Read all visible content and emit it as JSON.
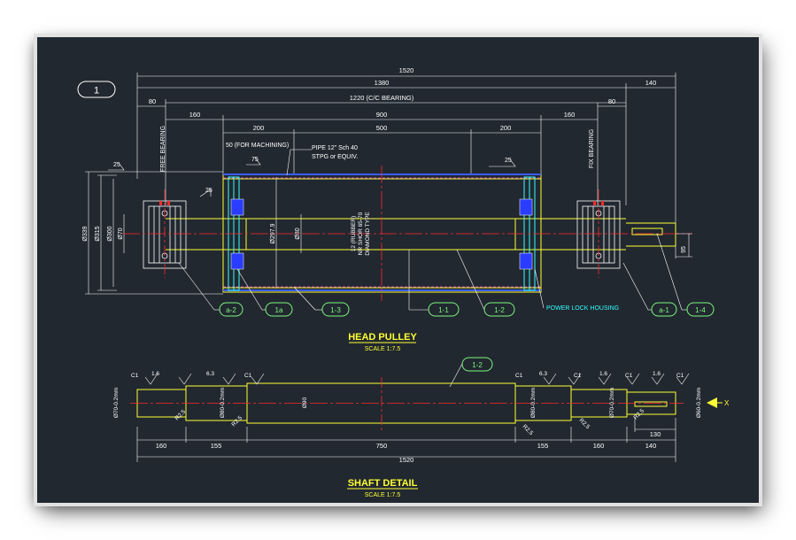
{
  "sheet": {
    "number": "1"
  },
  "head_pulley": {
    "title": "HEAD PULLEY",
    "scale": "SCALE 1:7.5",
    "dims": {
      "overall": "1520",
      "span_1380": "1380",
      "span_140": "140",
      "c_c_bearing": "1220 (C/C BEARING)",
      "left_80": "80",
      "right_80": "80",
      "left_160": "160",
      "mid_900": "900",
      "right_160": "160",
      "left_200": "200",
      "mid_500": "500",
      "right_200": "200",
      "machining": "50 (FOR MACHINING)",
      "slope_left": "25",
      "slope_right": "25",
      "angle_75": "75",
      "angle_25": "25",
      "dia_339": "Ø339",
      "dia_315": "Ø315",
      "dia_300": "Ø300",
      "dia_70": "Ø70",
      "dia_297": "Ø297.9",
      "dia_80": "Ø80",
      "keyway_95": "95"
    },
    "notes": {
      "pipe": "PIPE 12\" Sch 40",
      "pipe_material": "STPG or EQUIV.",
      "free_bearing": "FREE BEARING",
      "fix_bearing": "FIX BEARING",
      "rubber_1": "12 (RUBBER)",
      "rubber_2": "NR SHOR 65-70",
      "rubber_3": "DIAMOND TYPE",
      "power_lock": "POWER LOCK HOUSING"
    },
    "callouts": [
      "a-2",
      "1a",
      "1-3",
      "1-1",
      "1-2",
      "a-1",
      "1-4"
    ]
  },
  "shaft_detail": {
    "title": "SHAFT DETAIL",
    "scale": "SCALE 1:7.5",
    "callout": "1-2",
    "dims": {
      "d1": "160",
      "d2": "155",
      "d3": "750",
      "d4": "155",
      "d5": "160",
      "d6": "140",
      "d7": "130",
      "overall": "1520"
    },
    "diameters": {
      "left_end": "Ø70-0.2mm",
      "left_seat": "Ø80-0.2mm",
      "body": "Ø90",
      "right_seat": "Ø80-0.2mm",
      "right_bearing": "Ø70-0.2mm",
      "right_end": "Ø60-0.2mm"
    },
    "radii": {
      "r1": "R2.5",
      "r2": "R2.5",
      "r3": "R2.5",
      "r4": "R2.5",
      "r5": "R2.5"
    },
    "chamfers": {
      "c1": "C1"
    },
    "finish": {
      "f1": "1.6",
      "f2": "6.3",
      "f3": "1.6"
    },
    "view_arrow": "X"
  },
  "colors": {
    "background": "#212830",
    "yellow": "#ffff33",
    "cyan": "#33ffff",
    "white": "#ffffff",
    "red": "#ff2a2a",
    "green": "#7cf77c",
    "blue": "#3a5cff",
    "magenta": "#ff44ff"
  }
}
